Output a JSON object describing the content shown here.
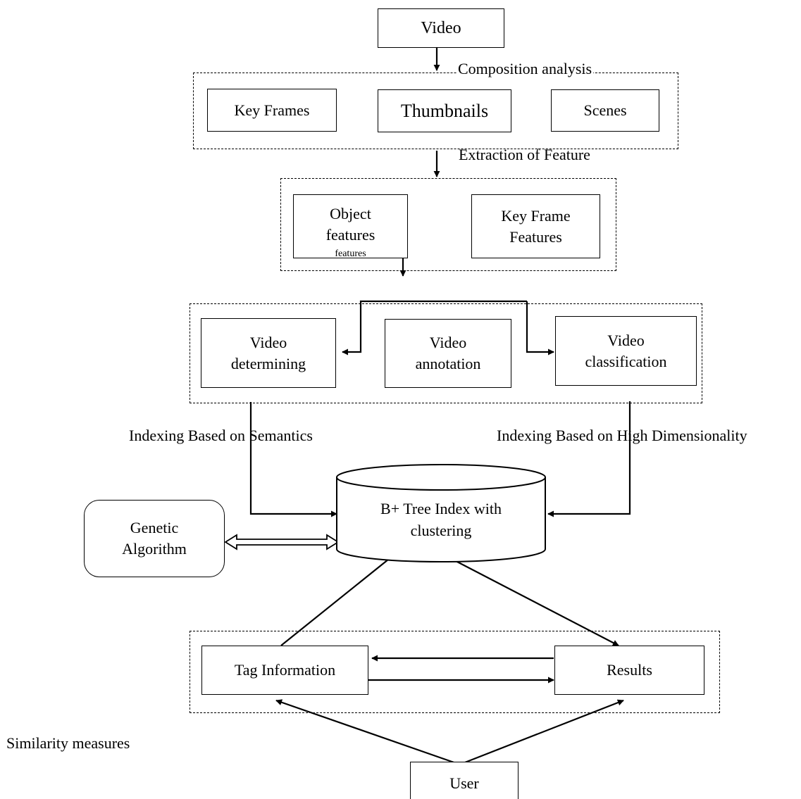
{
  "diagram": {
    "nodes": {
      "video": "Video",
      "key_frames": "Key Frames",
      "thumbnails": "Thumbnails",
      "scenes": "Scenes",
      "object_features": [
        "Object",
        "features",
        "features"
      ],
      "key_frame_features": [
        "Key Frame",
        "Features"
      ],
      "video_determining": [
        "Video",
        "determining"
      ],
      "video_annotation": [
        "Video",
        "annotation"
      ],
      "video_classification": [
        "Video",
        "classification"
      ],
      "btree_index": [
        "B+ Tree Index with",
        "clustering"
      ],
      "genetic_algorithm": [
        "Genetic",
        "Algorithm"
      ],
      "tag_information": "Tag Information",
      "results": "Results",
      "user": "User"
    },
    "labels": {
      "composition_analysis": "Composition analysis",
      "extraction_of_feature": "Extraction of Feature",
      "indexing_semantics": "Indexing Based on Semantics",
      "indexing_high_dim": "Indexing Based on High Dimensionality",
      "similarity_measures": "Similarity measures"
    },
    "stroke_color": "#000000",
    "background_color": "#ffffff"
  }
}
